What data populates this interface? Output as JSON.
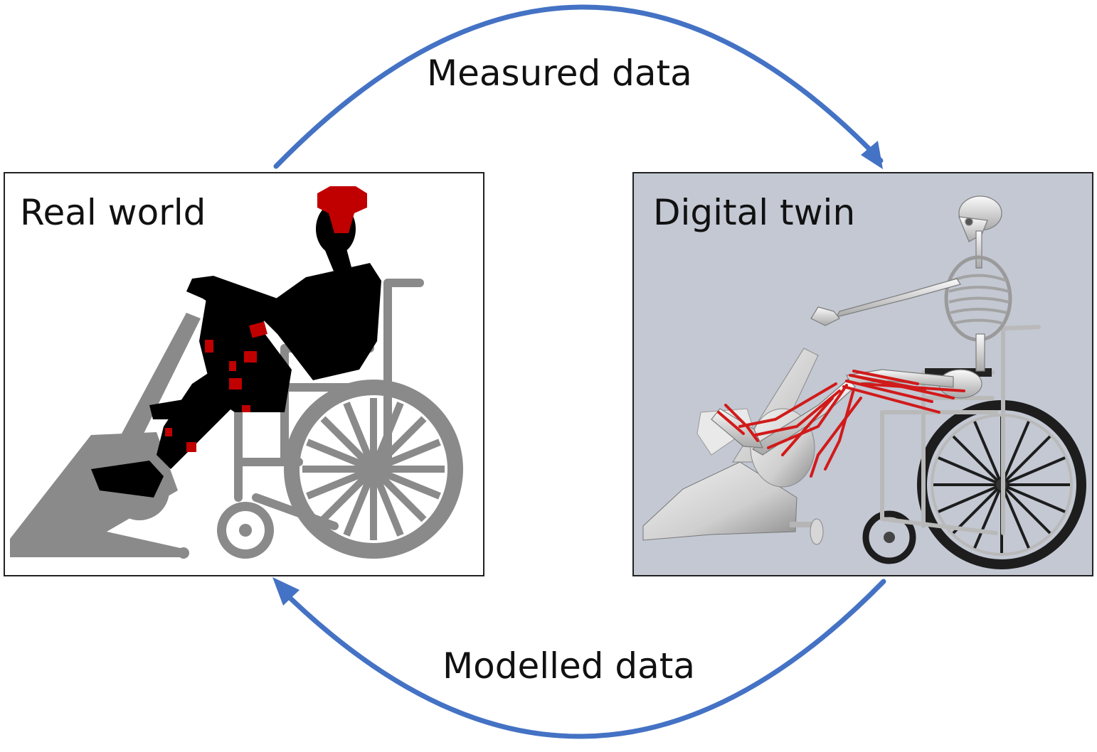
{
  "diagram": {
    "top_arrow_label": "Measured data",
    "bottom_arrow_label": "Modelled data",
    "left_panel": {
      "title": "Real world"
    },
    "right_panel": {
      "title": "Digital twin"
    }
  },
  "colors": {
    "arrow": "#4472c4",
    "panel_border": "#222222",
    "left_panel_bg": "#ffffff",
    "right_panel_bg": "#c3c8d3",
    "silhouette": "#000000",
    "equipment_gray": "#8a8a8a",
    "sensor_red": "#c00000",
    "muscle_red": "#d11a1a",
    "bone_white": "#ececec",
    "chrome": "#b9b9b9",
    "tire": "#1d1d1d"
  }
}
